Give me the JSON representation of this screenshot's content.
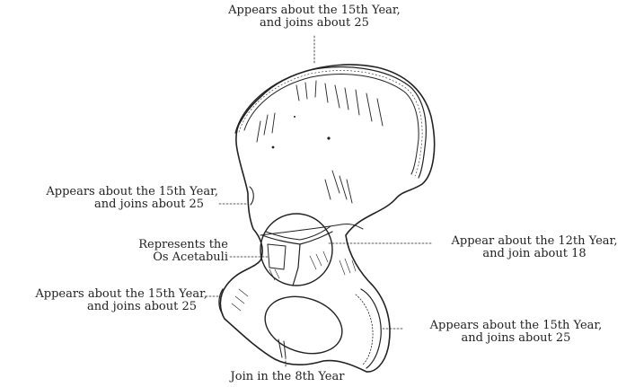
{
  "labels": {
    "top": {
      "line1": "Appears about the 15th Year,",
      "line2": "and joins about 25"
    },
    "left_upper": {
      "line1": "Appears about the 15th Year,",
      "line2": "and joins about 25"
    },
    "acetabuli": {
      "line1": "Represents the",
      "line2": "Os Acetabuli"
    },
    "right_middle": {
      "line1": "Appear about the 12th Year,",
      "line2": "and join about 18"
    },
    "left_lower": {
      "line1": "Appears about the 15th Year,",
      "line2": "and joins about 25"
    },
    "right_lower": {
      "line1": "Appears about the 15th Year,",
      "line2": "and joins about 25"
    },
    "bottom": {
      "line1": "Join in the 8th Year"
    }
  },
  "colors": {
    "ink": "#222222",
    "background": "#ffffff"
  }
}
